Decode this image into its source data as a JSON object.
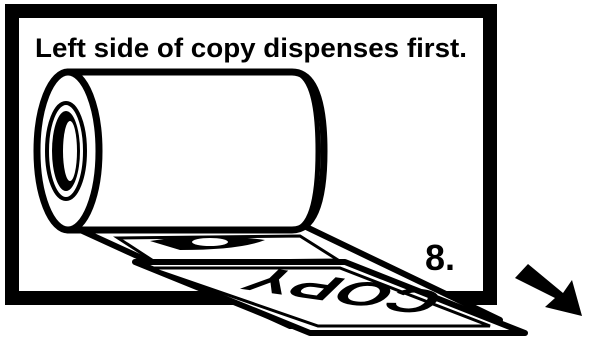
{
  "instruction": {
    "caption": "Left side of copy dispenses first.",
    "step_number": "8."
  },
  "label_text": "COPY",
  "colors": {
    "ink": "#000000",
    "paper": "#ffffff"
  }
}
